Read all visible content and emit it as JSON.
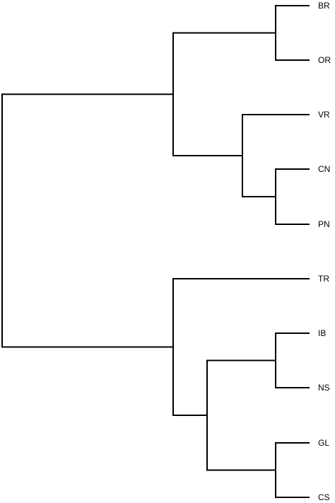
{
  "dendrogram": {
    "line_color": "#000000",
    "text_color": "#000000",
    "leaves": [
      {
        "id": "br",
        "label": "BR"
      },
      {
        "id": "or",
        "label": "OR"
      },
      {
        "id": "vr",
        "label": "VR"
      },
      {
        "id": "cn",
        "label": "CN"
      },
      {
        "id": "pn",
        "label": "PN"
      },
      {
        "id": "tr",
        "label": "TR"
      },
      {
        "id": "ib",
        "label": "IB"
      },
      {
        "id": "ns",
        "label": "NS"
      },
      {
        "id": "gl",
        "label": "GL"
      },
      {
        "id": "cs",
        "label": "CS"
      }
    ],
    "clusters": [
      {
        "id": "br-or",
        "children": [
          "br",
          "or"
        ]
      },
      {
        "id": "cn-pn",
        "children": [
          "cn",
          "pn"
        ]
      },
      {
        "id": "vr-cn-pn",
        "children": [
          "vr",
          "cn-pn"
        ]
      },
      {
        "id": "upper",
        "children": [
          "br-or",
          "vr-cn-pn"
        ]
      },
      {
        "id": "ib-ns",
        "children": [
          "ib",
          "ns"
        ]
      },
      {
        "id": "gl-cs",
        "children": [
          "gl",
          "cs"
        ]
      },
      {
        "id": "ib-ns-gl-cs",
        "children": [
          "ib-ns",
          "gl-cs"
        ]
      },
      {
        "id": "lower",
        "children": [
          "tr",
          "ib-ns-gl-cs"
        ]
      },
      {
        "id": "root",
        "children": [
          "upper",
          "lower"
        ]
      }
    ]
  }
}
